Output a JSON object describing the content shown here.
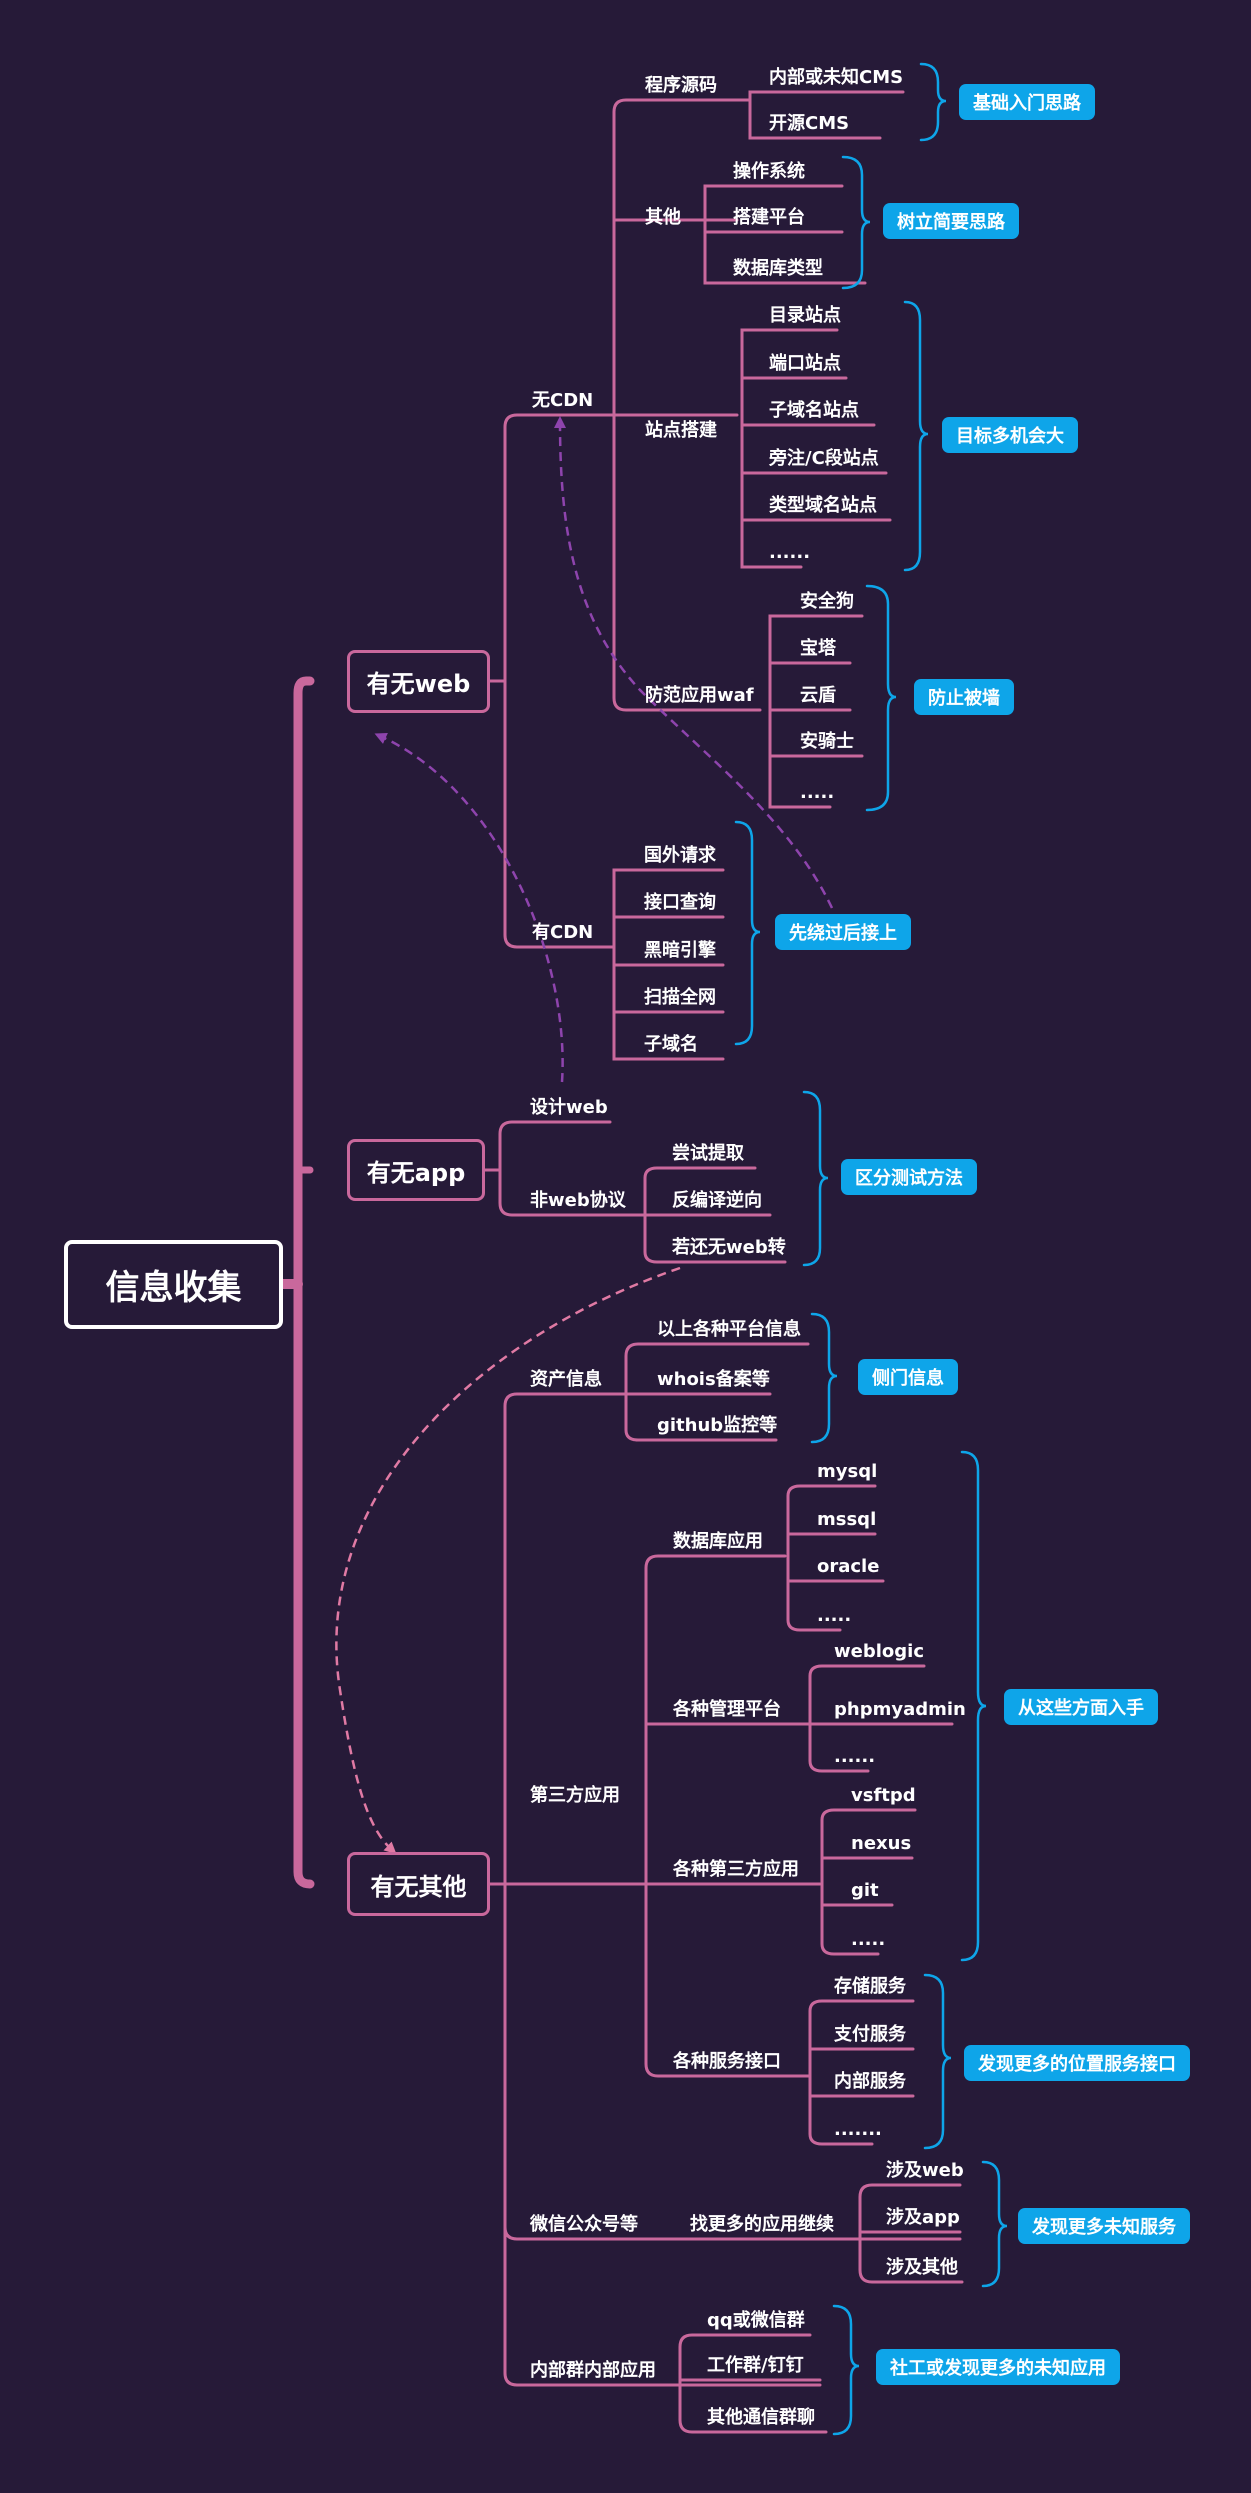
{
  "root": "信息收集",
  "main": [
    "有无web",
    "有无app",
    "有无其他"
  ],
  "web": {
    "nocdn": "无CDN",
    "source": {
      "label": "程序源码",
      "items": [
        "内部或未知CMS",
        "开源CMS"
      ],
      "note": "基础入门思路"
    },
    "other": {
      "label": "其他",
      "items": [
        "操作系统",
        "搭建平台",
        "数据库类型"
      ],
      "note": "树立简要思路"
    },
    "site": {
      "label": "站点搭建",
      "items": [
        "目录站点",
        "端口站点",
        "子域名站点",
        "旁注/C段站点",
        "类型域名站点",
        "......"
      ],
      "note": "目标多机会大"
    },
    "waf": {
      "label": "防范应用waf",
      "items": [
        "安全狗",
        "宝塔",
        "云盾",
        "安骑士",
        "....."
      ],
      "note": "防止被墙"
    },
    "cdn": {
      "label": "有CDN",
      "items": [
        "国外请求",
        "接口查询",
        "黑暗引擎",
        "扫描全网",
        "子域名"
      ],
      "note": "先绕过后接上"
    }
  },
  "app": {
    "design": "设计web",
    "nonweb": {
      "label": "非web协议",
      "items": [
        "尝试提取",
        "反编译逆向",
        "若还无web转"
      ],
      "note": "区分测试方法"
    }
  },
  "others": {
    "asset": {
      "label": "资产信息",
      "items": [
        "以上各种平台信息",
        "whois备案等",
        "github监控等"
      ],
      "note": "侧门信息"
    },
    "third": {
      "label": "第三方应用",
      "note": "从这些方面入手",
      "db": {
        "label": "数据库应用",
        "items": [
          "mysql",
          "mssql",
          "oracle",
          "....."
        ]
      },
      "mgmt": {
        "label": "各种管理平台",
        "items": [
          "weblogic",
          "phpmyadmin",
          "......"
        ]
      },
      "tp": {
        "label": "各种第三方应用",
        "items": [
          "vsftpd",
          "nexus",
          "git",
          "....."
        ]
      },
      "svc": {
        "label": "各种服务接口",
        "items": [
          "存储服务",
          "支付服务",
          "内部服务",
          "......."
        ],
        "note": "发现更多的位置服务接口"
      }
    },
    "wechat": {
      "label": "微信公众号等",
      "mid": "找更多的应用继续",
      "items": [
        "涉及web",
        "涉及app",
        "涉及其他"
      ],
      "note": "发现更多未知服务"
    },
    "group": {
      "label": "内部群内部应用",
      "items": [
        "qq或微信群",
        "工作群/钉钉",
        "其他通信群聊"
      ],
      "note": "社工或发现更多的未知应用"
    }
  },
  "colors": {
    "background": "#261a38",
    "line": "#c9689c",
    "brace": "#0ea5e9",
    "dash_purple": "#8e44ad",
    "dash_pink": "#e07aa4"
  }
}
